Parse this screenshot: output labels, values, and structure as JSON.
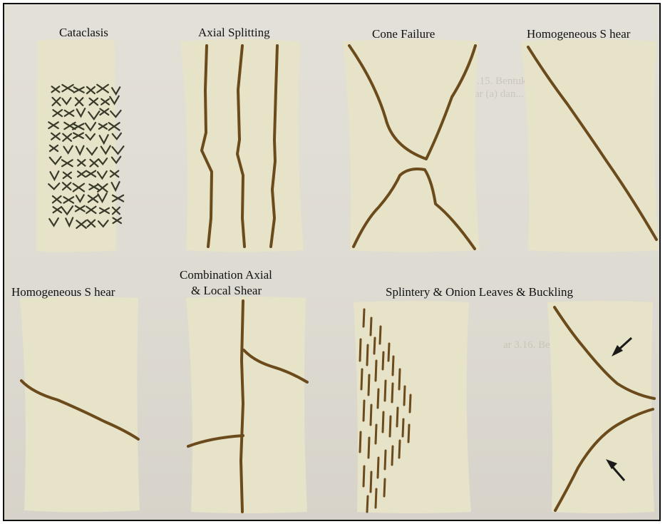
{
  "figure": {
    "labels": {
      "cataclasis": "Cataclasis",
      "axial_splitting": "Axial Splitting",
      "cone_failure": "Cone Failure",
      "homogeneous_shear_top": "Homogeneous S hear",
      "homogeneous_shear_bottom": "Homogeneous S hear",
      "combination_line1": "Combination Axial",
      "combination_line2": "& Local Shear",
      "splintery": "Splintery & Onion Leaves & Buckling"
    },
    "colors": {
      "specimen": "#e6e3c8",
      "crack": "#6b4a1c",
      "cataclasis_mark": "#3a3a2a",
      "arrow": "#1a1a1a"
    }
  }
}
